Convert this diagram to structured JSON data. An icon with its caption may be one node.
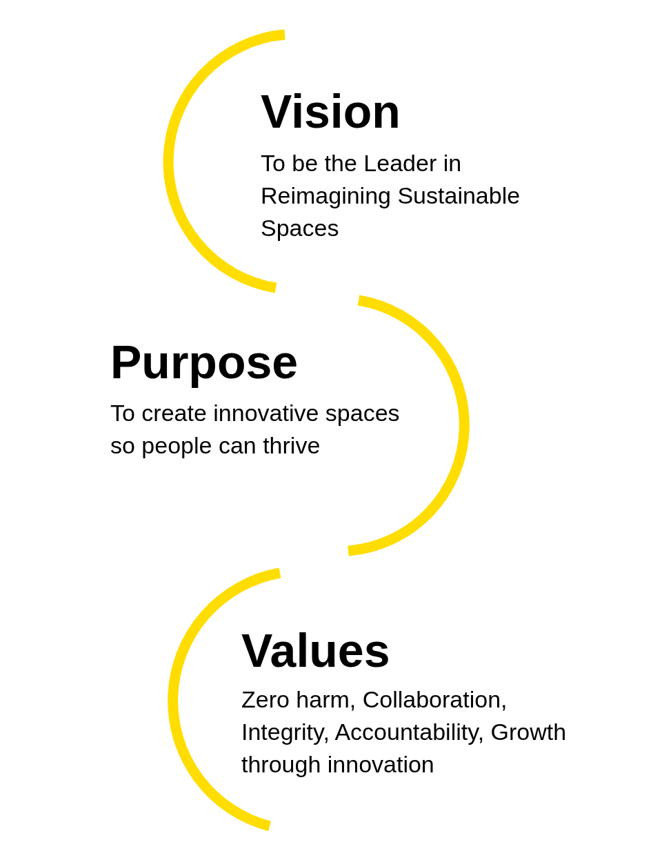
{
  "diagram": {
    "nodes": [
      {
        "text": [
          "Vision",
          "To be the Leader in Reimagining Sustainable Spaces"
        ]
      },
      {
        "text": [
          "Purpose",
          "To create innovative spaces so people can thrive"
        ]
      },
      {
        "text": [
          "Values",
          "Zero harm, Collaboration, Integrity, Accountability, Growth through innovation"
        ]
      }
    ]
  }
}
